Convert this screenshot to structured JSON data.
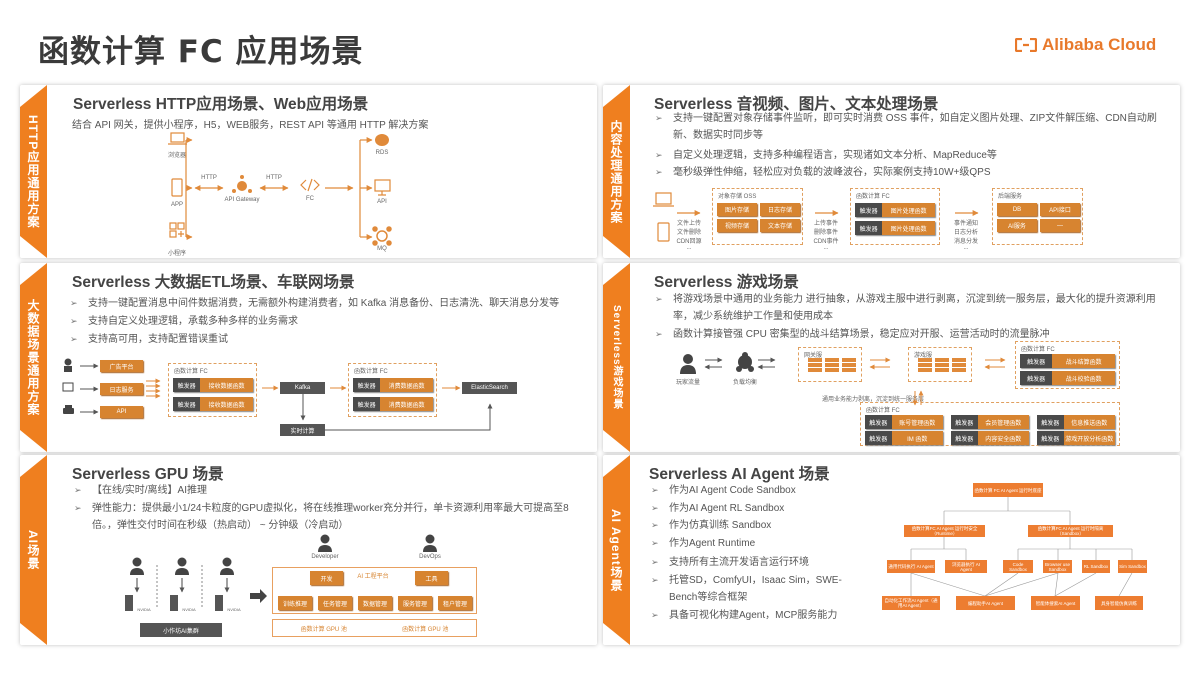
{
  "header": {
    "title": "函数计算 FC 应用场景",
    "logo": "Alibaba Cloud"
  },
  "colors": {
    "accent": "#ef7f1f",
    "box_orange": "#d78430",
    "box_dark": "#4a4a4a"
  },
  "http": {
    "tab": "HTTP应用通用方案",
    "title": "Serverless HTTP应用场景、Web应用场景",
    "subtitle": "结合 API 网关，提供小程序，H5，WEB服务，REST API 等通用 HTTP 解决方案",
    "clients": [
      "浏览器",
      "APP",
      "小程序"
    ],
    "protocol": "HTTP",
    "gateway": "API Gateway",
    "fc": "FC",
    "backends": [
      "RDS",
      "API",
      "MQ"
    ],
    "api_icon_text": "API"
  },
  "media": {
    "tab": "内容处理通用方案",
    "title": "Serverless 音视频、图片、文本处理场景",
    "bullets": [
      "支持一键配置对象存储事件监听，即可实时消费 OSS 事件，如自定义图片处理、ZIP文件解压缩、CDN自动刷新、数据实时同步等",
      "自定义处理逻辑，支持多种编程语言，实现诸如文本分析、MapReduce等",
      "毫秒级弹性伸缩，轻松应对负载的波峰波谷，实际案例支持10W+级QPS"
    ],
    "client_events": [
      "文件上传",
      "文件删除",
      "CDN回源",
      "..."
    ],
    "oss": {
      "caption": "对象存储 OSS",
      "items": [
        "图片存储",
        "日志存储",
        "视频存储",
        "文本存储"
      ]
    },
    "oss_events": [
      "上传事件",
      "删除事件",
      "CDN事件",
      "..."
    ],
    "fc": {
      "caption": "函数计算 FC",
      "trigger": "触发器",
      "functions": [
        "图片处理函数",
        "图片处理函数"
      ]
    },
    "fc_events": [
      "事件通知",
      "日志分析",
      "消息分发",
      "..."
    ],
    "backend": {
      "caption": "后端服务",
      "items": [
        "DB",
        "API接口",
        "AI服务",
        "—"
      ]
    }
  },
  "etl": {
    "tab": "大数据场景通用方案",
    "title": "Serverless 大数据ETL场景、车联网场景",
    "bullets": [
      "支持一键配置消息中间件数据消费，无需额外构建消费者，如 Kafka 消息备份、日志清洗、聊天消息分发等",
      "支持自定义处理逻辑，承载多种多样的业务需求",
      "支持高可用，支持配置错误重试"
    ],
    "sources": [
      "广告平台",
      "日志服务",
      "API"
    ],
    "fc1": {
      "caption": "函数计算 FC",
      "trigger": "触发器",
      "functions": [
        "接收数据函数",
        "接收数据函数"
      ]
    },
    "kafka": "Kafka",
    "realtime": "实时计算",
    "fc2": {
      "caption": "函数计算 FC",
      "trigger": "触发器",
      "functions": [
        "消费数据函数",
        "消费数据函数"
      ]
    },
    "sink": "ElasticSearch"
  },
  "game": {
    "tab": "Serverless游戏场景",
    "title": "Serverless 游戏场景",
    "bullets": [
      "将游戏场景中通用的业务能力 进行抽象，从游戏主服中进行剥离，沉淀到统一服务层，最大化的提升资源利用率，减少系统维护工作量和使用成本",
      "函数计算接管强 CPU 密集型的战斗结算场景，稳定应对开服、运营活动时的流量脉冲"
    ],
    "player": "玩家流量",
    "lb": "负载均衡",
    "gateway": "网关服",
    "gameserver": "游戏服",
    "note": "通用业务能力剥离，沉淀到统一服务层",
    "fc_top": {
      "caption": "函数计算 FC",
      "trigger": "触发器",
      "functions": [
        "战斗结算函数",
        "战斗校验函数"
      ]
    },
    "fc_bottom": {
      "caption": "函数计算 FC",
      "trigger": "触发器",
      "functions": [
        "账号管理函数",
        "IM 函数",
        "会员管理函数",
        "内容安全函数",
        "信息推送函数",
        "游戏开放分析函数"
      ]
    }
  },
  "gpu": {
    "tab": "AI场景",
    "title": "Serverless GPU 场景",
    "bullets": [
      "【在线/实时/离线】AI推理",
      "弹性能力：提供最小1/24卡粒度的GPU虚拟化，将在线推理worker充分并行，单卡资源利用率最大可提高至8倍。，弹性交付时间在秒级（热启动） ~ 分钟级（冷启动）"
    ],
    "gpu_brand": "NVIDIA",
    "cluster": "小作坊AI集群",
    "roles": [
      "Developer",
      "DevOps"
    ],
    "platform": {
      "caption": "AI 工程平台",
      "top": [
        "开发",
        "工具"
      ],
      "modules": [
        "训练推理",
        "任务管理",
        "数据管理",
        "服务管理",
        "租户管理"
      ]
    },
    "pools": [
      "函数计算 GPU 池",
      "函数计算 GPU 池"
    ]
  },
  "agent": {
    "tab": "AI Agent场景",
    "title": "Serverless AI Agent 场景",
    "bullets": [
      "作为AI Agent Code Sandbox",
      "作为AI Agent RL Sandbox",
      "作为仿真训练 Sandbox",
      "作为Agent Runtime",
      "支持所有主流开发语言运行环境",
      "托管SD，ComfyUI，Isaac Sim，SWE-Bench等综合框架",
      "具备可视化构建Agent，MCP服务能力"
    ],
    "tree": {
      "root": "函数计算 FC AI Agent 运行时底座",
      "level2": [
        "函数计算FC AI Agent 运行时安全（Runtime）",
        "函数计算FC AI Agent 运行时隔离（Sandbox）"
      ],
      "level3": [
        "通用代码执行 AI Agent",
        "浏览器执行 AI Agent",
        "Code Sandbox",
        "Browser use Sandbox",
        "RL Sandbox",
        "Sim Sandbox"
      ],
      "level4": [
        "自动化工作流AI Agent（通用AI Agent）",
        "编程助手AI Agent",
        "智能体搜索AI Agent",
        "具身智能仿真训练"
      ]
    }
  }
}
